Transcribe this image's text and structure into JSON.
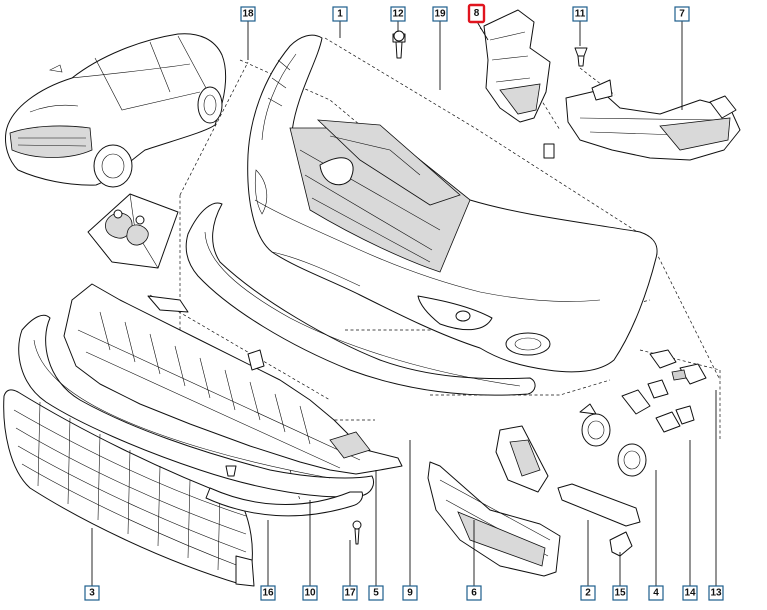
{
  "diagram": {
    "highlight_color": "#e0141e",
    "callout_color": "#1d5e8c",
    "callouts": [
      {
        "id": "c18",
        "label": "18",
        "highlighted": false
      },
      {
        "id": "c1",
        "label": "1",
        "highlighted": false
      },
      {
        "id": "c12",
        "label": "12",
        "highlighted": false
      },
      {
        "id": "c19",
        "label": "19",
        "highlighted": false
      },
      {
        "id": "c8",
        "label": "8",
        "highlighted": true
      },
      {
        "id": "c11",
        "label": "11",
        "highlighted": false
      },
      {
        "id": "c7",
        "label": "7",
        "highlighted": false
      },
      {
        "id": "c3",
        "label": "3",
        "highlighted": false
      },
      {
        "id": "c16",
        "label": "16",
        "highlighted": false
      },
      {
        "id": "c10",
        "label": "10",
        "highlighted": false
      },
      {
        "id": "c17",
        "label": "17",
        "highlighted": false
      },
      {
        "id": "c5",
        "label": "5",
        "highlighted": false
      },
      {
        "id": "c9",
        "label": "9",
        "highlighted": false
      },
      {
        "id": "c6",
        "label": "6",
        "highlighted": false
      },
      {
        "id": "c2",
        "label": "2",
        "highlighted": false
      },
      {
        "id": "c15",
        "label": "15",
        "highlighted": false
      },
      {
        "id": "c4",
        "label": "4",
        "highlighted": false
      },
      {
        "id": "c14",
        "label": "14",
        "highlighted": false
      },
      {
        "id": "c13",
        "label": "13",
        "highlighted": false
      }
    ],
    "parts": [
      {
        "name": "car-illustration"
      },
      {
        "name": "clip-kit-box"
      },
      {
        "name": "front-bumper-cover"
      },
      {
        "name": "upper-bumper-trim"
      },
      {
        "name": "left-fender-bracket"
      },
      {
        "name": "right-undertray-bracket"
      },
      {
        "name": "lower-bumper-spoiler"
      },
      {
        "name": "bumper-reinforcement-absorber"
      },
      {
        "name": "radiator-grille"
      },
      {
        "name": "lower-trim-strip"
      },
      {
        "name": "lower-air-intake-grille"
      },
      {
        "name": "fog-lamp-bezels"
      },
      {
        "name": "fog-lamps"
      },
      {
        "name": "towing-eye-cover"
      },
      {
        "name": "fog-lamp-brackets"
      },
      {
        "name": "bumper-mounting-clips"
      }
    ]
  }
}
